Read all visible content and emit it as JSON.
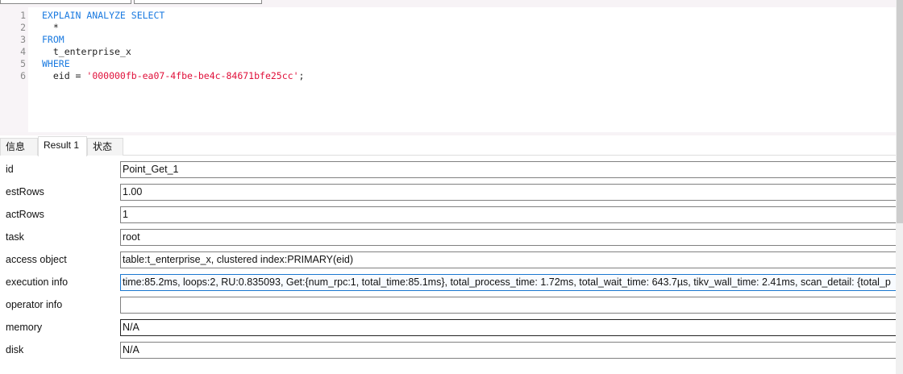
{
  "editor": {
    "lines": [
      {
        "n": "1",
        "parts": [
          {
            "t": "EXPLAIN ANALYZE SELECT",
            "c": "kw"
          }
        ]
      },
      {
        "n": "2",
        "parts": [
          {
            "t": "  *",
            "c": ""
          }
        ]
      },
      {
        "n": "3",
        "parts": [
          {
            "t": "FROM",
            "c": "kw"
          }
        ]
      },
      {
        "n": "4",
        "parts": [
          {
            "t": "  t_enterprise_x",
            "c": ""
          }
        ]
      },
      {
        "n": "5",
        "parts": [
          {
            "t": "WHERE",
            "c": "kw"
          }
        ]
      },
      {
        "n": "6",
        "parts": [
          {
            "t": "  eid = ",
            "c": ""
          },
          {
            "t": "'000000fb-ea07-4fbe-be4c-84671bfe25cc'",
            "c": "str"
          },
          {
            "t": ";",
            "c": ""
          }
        ]
      }
    ]
  },
  "tabs": [
    {
      "label": "信息"
    },
    {
      "label": "Result 1"
    },
    {
      "label": "状态"
    }
  ],
  "fields": [
    {
      "label": "id",
      "value": "Point_Get_1"
    },
    {
      "label": "estRows",
      "value": "1.00"
    },
    {
      "label": "actRows",
      "value": "1"
    },
    {
      "label": "task",
      "value": "root"
    },
    {
      "label": "access object",
      "value": "table:t_enterprise_x, clustered index:PRIMARY(eid)"
    },
    {
      "label": "execution info",
      "value": "time:85.2ms, loops:2, RU:0.835093, Get:{num_rpc:1, total_time:85.1ms}, total_process_time: 1.72ms, total_wait_time: 643.7µs, tikv_wall_time: 2.41ms, scan_detail: {total_p"
    },
    {
      "label": "operator info",
      "value": ""
    },
    {
      "label": "memory",
      "value": "N/A"
    },
    {
      "label": "disk",
      "value": "N/A"
    }
  ]
}
